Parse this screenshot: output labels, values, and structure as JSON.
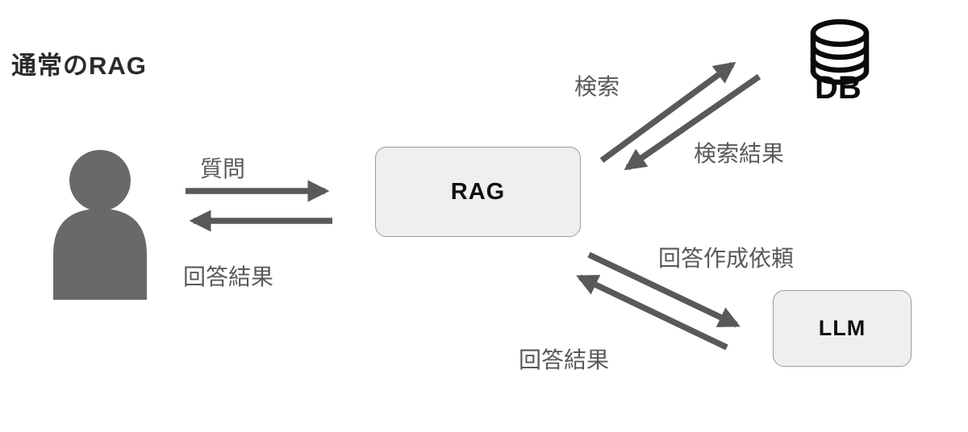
{
  "title": "通常のRAG",
  "nodes": {
    "user": {
      "name": "user-silhouette"
    },
    "rag": {
      "label": "RAG"
    },
    "db": {
      "label": "DB"
    },
    "llm": {
      "label": "LLM"
    }
  },
  "edges": {
    "question": {
      "label": "質問",
      "from": "user",
      "to": "rag"
    },
    "answer_to_user": {
      "label": "回答結果",
      "from": "rag",
      "to": "user"
    },
    "search": {
      "label": "検索",
      "from": "rag",
      "to": "db"
    },
    "search_result": {
      "label": "検索結果",
      "from": "db",
      "to": "rag"
    },
    "answer_request": {
      "label": "回答作成依頼",
      "from": "rag",
      "to": "llm"
    },
    "answer_from_llm": {
      "label": "回答結果",
      "from": "llm",
      "to": "rag"
    }
  },
  "colors": {
    "arrow": "#595959",
    "label_text": "#595959",
    "box_fill": "#efefef",
    "box_border": "#9a9a9a",
    "person": "#696969",
    "db_icon": "#0a0a0a",
    "title_text": "#2b2b2b"
  }
}
